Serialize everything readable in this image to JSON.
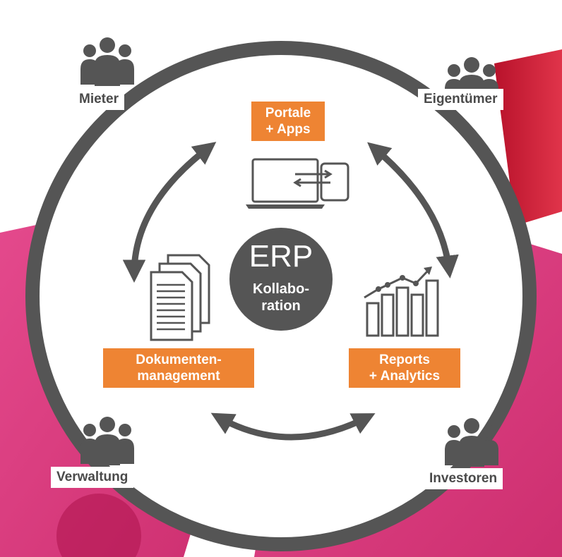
{
  "center": {
    "title": "ERP",
    "subtitle_line1": "Kollabo-",
    "subtitle_line2": "ration"
  },
  "stakeholders": {
    "mieter": "Mieter",
    "eigentuemer": "Eigentümer",
    "verwaltung": "Verwaltung",
    "investoren": "Investoren"
  },
  "modules": {
    "portale_line1": "Portale",
    "portale_line2": "+ Apps",
    "dokumente_line1": "Dokumenten-",
    "dokumente_line2": "management",
    "reports_line1": "Reports",
    "reports_line2": "+ Analytics"
  },
  "colors": {
    "ring": "#555555",
    "accent": "#ee8433",
    "magenta": "#d4246e",
    "label_text": "#4a4a4a"
  },
  "icons": [
    "people-icon",
    "laptop-phone-icon",
    "documents-icon",
    "bar-chart-icon"
  ]
}
